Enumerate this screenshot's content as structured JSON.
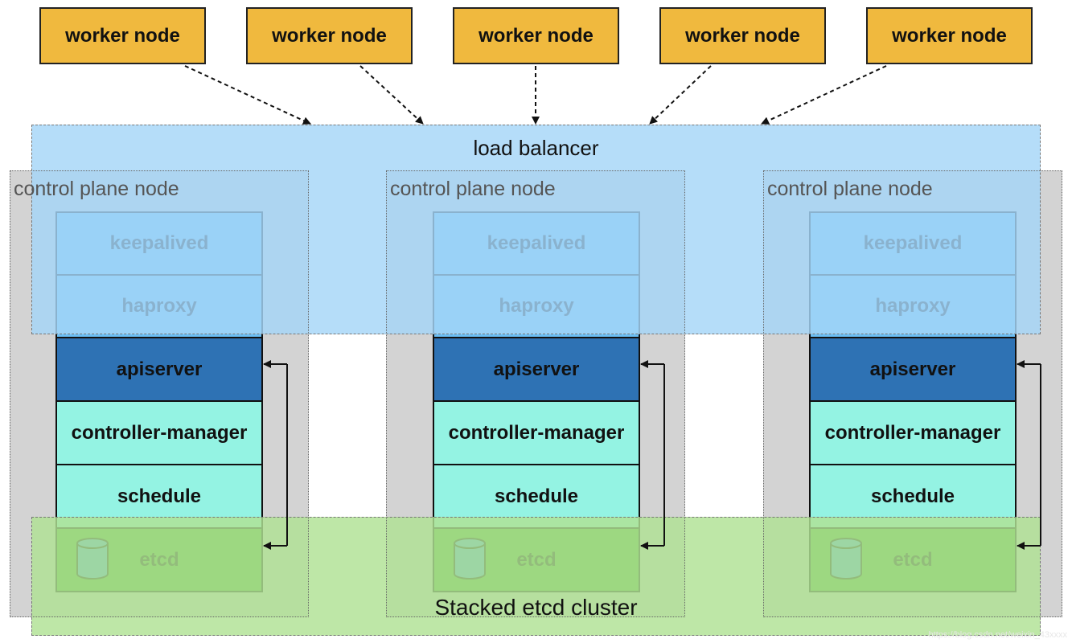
{
  "workers": [
    {
      "label": "worker node"
    },
    {
      "label": "worker node"
    },
    {
      "label": "worker node"
    },
    {
      "label": "worker node"
    },
    {
      "label": "worker node"
    }
  ],
  "load_balancer": {
    "label": "load balancer"
  },
  "etcd_cluster": {
    "label": "Stacked etcd cluster"
  },
  "control_planes": [
    {
      "label": "control plane node",
      "components": {
        "keepalived": "keepalived",
        "haproxy": "haproxy",
        "apiserver": "apiserver",
        "controller": "controller-manager",
        "schedule": "schedule",
        "etcd": "etcd"
      }
    },
    {
      "label": "control plane node",
      "components": {
        "keepalived": "keepalived",
        "haproxy": "haproxy",
        "apiserver": "apiserver",
        "controller": "controller-manager",
        "schedule": "schedule",
        "etcd": "etcd"
      }
    },
    {
      "label": "control plane node",
      "components": {
        "keepalived": "keepalived",
        "haproxy": "haproxy",
        "apiserver": "apiserver",
        "controller": "controller-manager",
        "schedule": "schedule",
        "etcd": "etcd"
      }
    }
  ],
  "icons": {
    "database": "database-cylinder-icon"
  },
  "colors": {
    "worker": "#f0b93e",
    "load_balancer": "#a5d5f8",
    "control_plane": "#d3d3d3",
    "keepalived_haproxy": "#6cbff5",
    "apiserver": "#2e72b4",
    "controller_schedule": "#94f3e3",
    "etcd": "#4aac2f",
    "etcd_cluster": "#b0e294"
  },
  "watermark": "https://blog.csdn.net/weixin_43xxxx"
}
